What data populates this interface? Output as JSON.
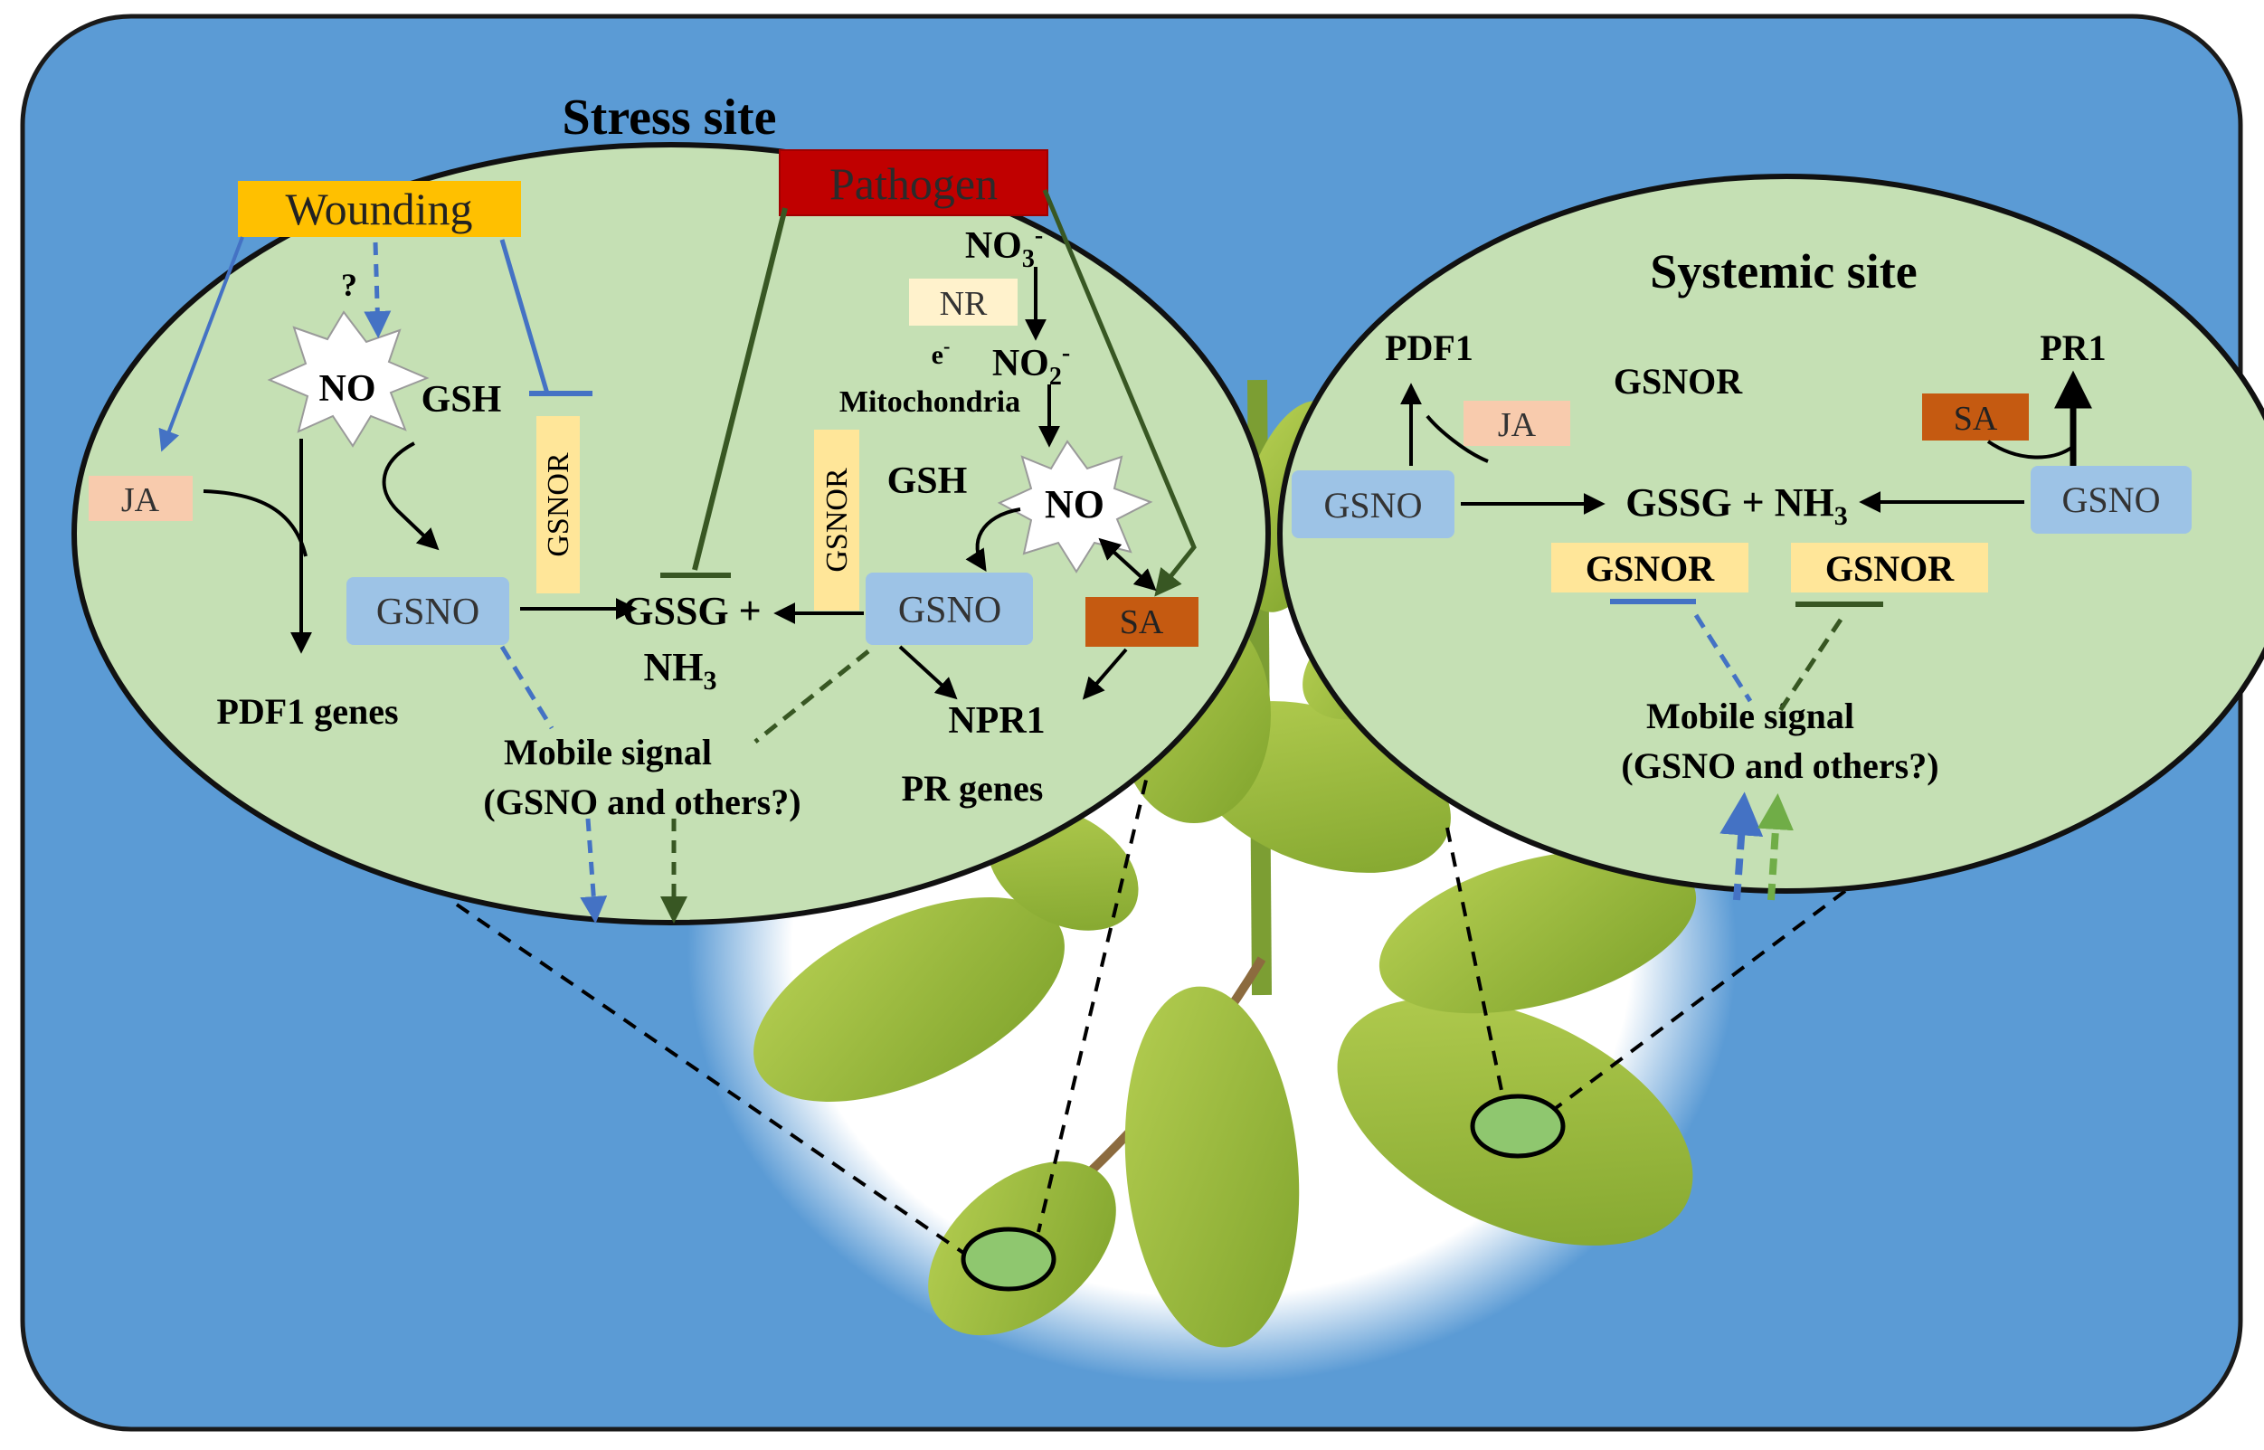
{
  "colors": {
    "panel_blue": "#5b9bd5",
    "circle_green": "#c5e0b4",
    "wounding_orange": "#ffc000",
    "pathogen_red": "#c00000",
    "gsno_blue": "#9dc3e6",
    "ja_pink": "#f8cbad",
    "sa_brown": "#c55a11",
    "gsnor_yellow": "#ffe699",
    "nr_cream": "#fff2cc",
    "arrow_blue": "#4472c4",
    "arrow_darkgreen": "#385723",
    "arrow_lightgreen": "#70ad47"
  },
  "stress": {
    "title": "Stress site",
    "wounding": "Wounding",
    "pathogen": "Pathogen",
    "question": "?",
    "no_left": "NO",
    "no_right": "NO",
    "gsh_left": "GSH",
    "gsh_right": "GSH",
    "ja": "JA",
    "gsnor_left": "GSNOR",
    "gsnor_right": "GSNOR",
    "gsno_left": "GSNO",
    "gsno_right": "GSNO",
    "gssg": "GSSG +",
    "nh3": "NH",
    "nh3_sub": "3",
    "pdf1_genes": "PDF1 genes",
    "mobile_signal": "Mobile signal",
    "mobile_signal_2": "(GSNO and others?)",
    "no3": "NO",
    "no3_sub": "3",
    "no3_sup": "-",
    "nr": "NR",
    "electron": "e",
    "electron_sup": "-",
    "mitochondria": "Mitochondria",
    "no2": "NO",
    "no2_sub": "2",
    "no2_sup": "-",
    "sa": "SA",
    "npr1": "NPR1",
    "pr_genes": "PR genes"
  },
  "systemic": {
    "title": "Systemic site",
    "pdf1": "PDF1",
    "gsnor_top": "GSNOR",
    "pr1": "PR1",
    "ja": "JA",
    "sa": "SA",
    "gsno_left": "GSNO",
    "gsno_right": "GSNO",
    "gssg": "GSSG + NH",
    "gssg_sub": "3",
    "gsnor_left": "GSNOR",
    "gsnor_right": "GSNOR",
    "mobile_signal": "Mobile signal",
    "mobile_signal_2": "(GSNO and others?)"
  }
}
